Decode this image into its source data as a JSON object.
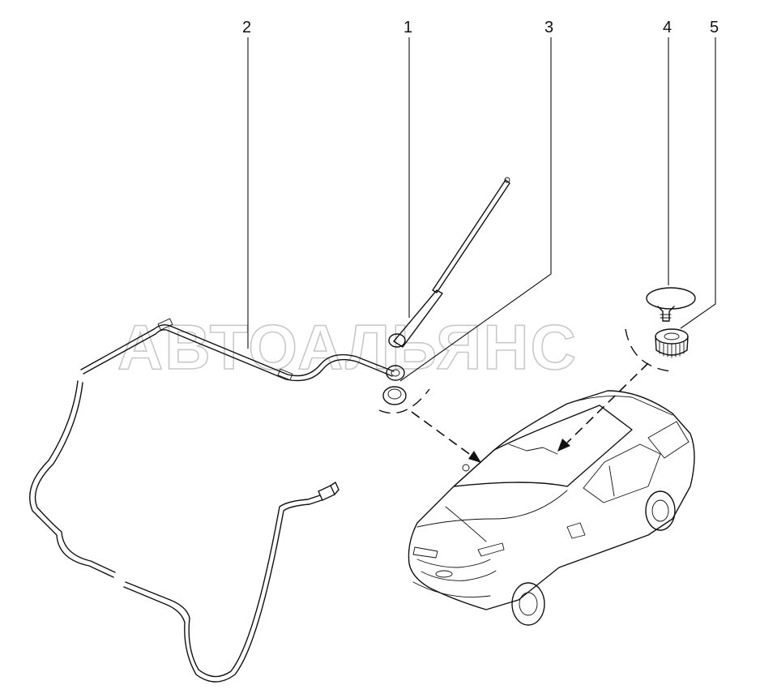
{
  "watermark": "АВТОАЛЬЯНС",
  "callouts": [
    {
      "id": "1",
      "label": "1"
    },
    {
      "id": "2",
      "label": "2"
    },
    {
      "id": "3",
      "label": "3"
    },
    {
      "id": "4",
      "label": "4"
    },
    {
      "id": "5",
      "label": "5"
    }
  ],
  "colors": {
    "ink": "#111111",
    "watermark": "#c9c9c9",
    "background": "#ffffff"
  }
}
